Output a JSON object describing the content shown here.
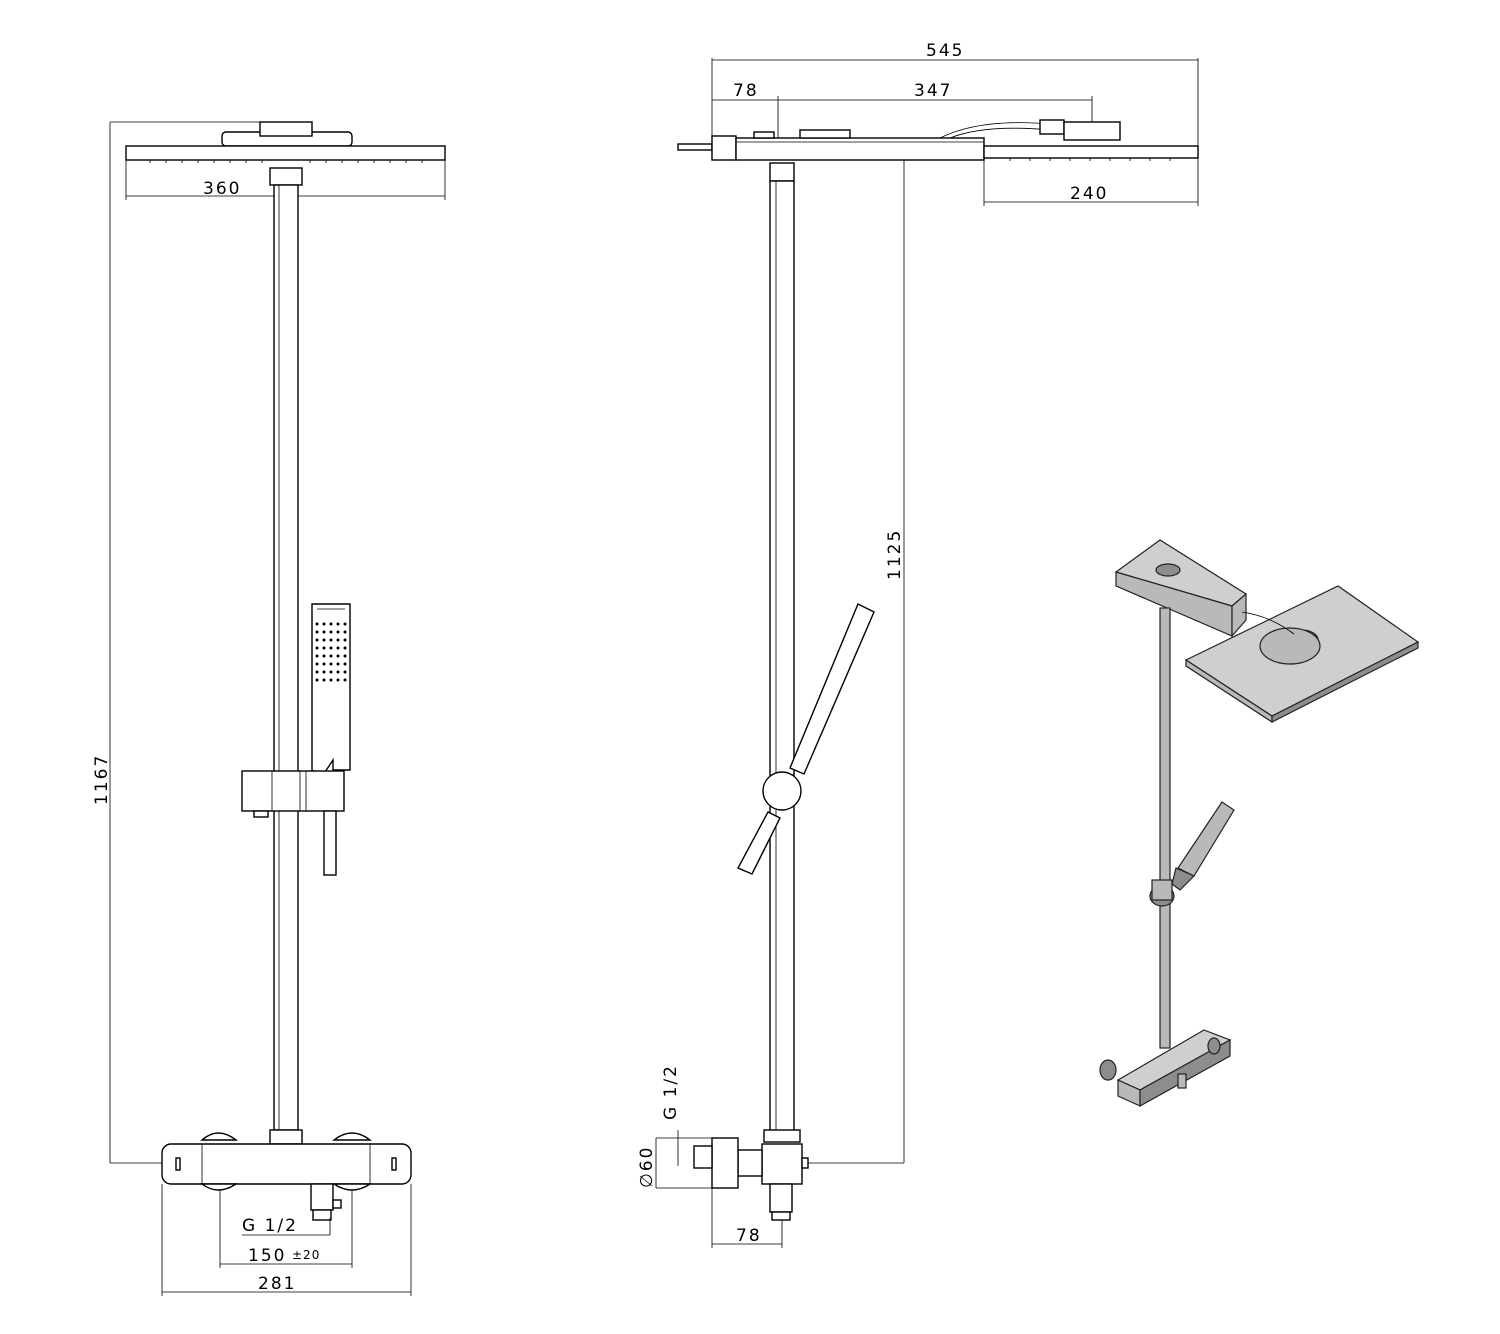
{
  "drawing": {
    "front_view": {
      "height_dim": "1167",
      "head_width_dim": "360",
      "inlet_thread": "G 1/2",
      "centres_dim": "150",
      "centres_tolerance": "±20",
      "body_width_dim": "281"
    },
    "side_view": {
      "overall_reach_dim": "545",
      "wall_offset_dim": "78",
      "arm_dim": "347",
      "head_depth_dim": "240",
      "height_dim": "1125",
      "inlet_thread": "G 1/2",
      "eccentric_diameter": "∅60",
      "bottom_offset_dim": "78"
    }
  }
}
